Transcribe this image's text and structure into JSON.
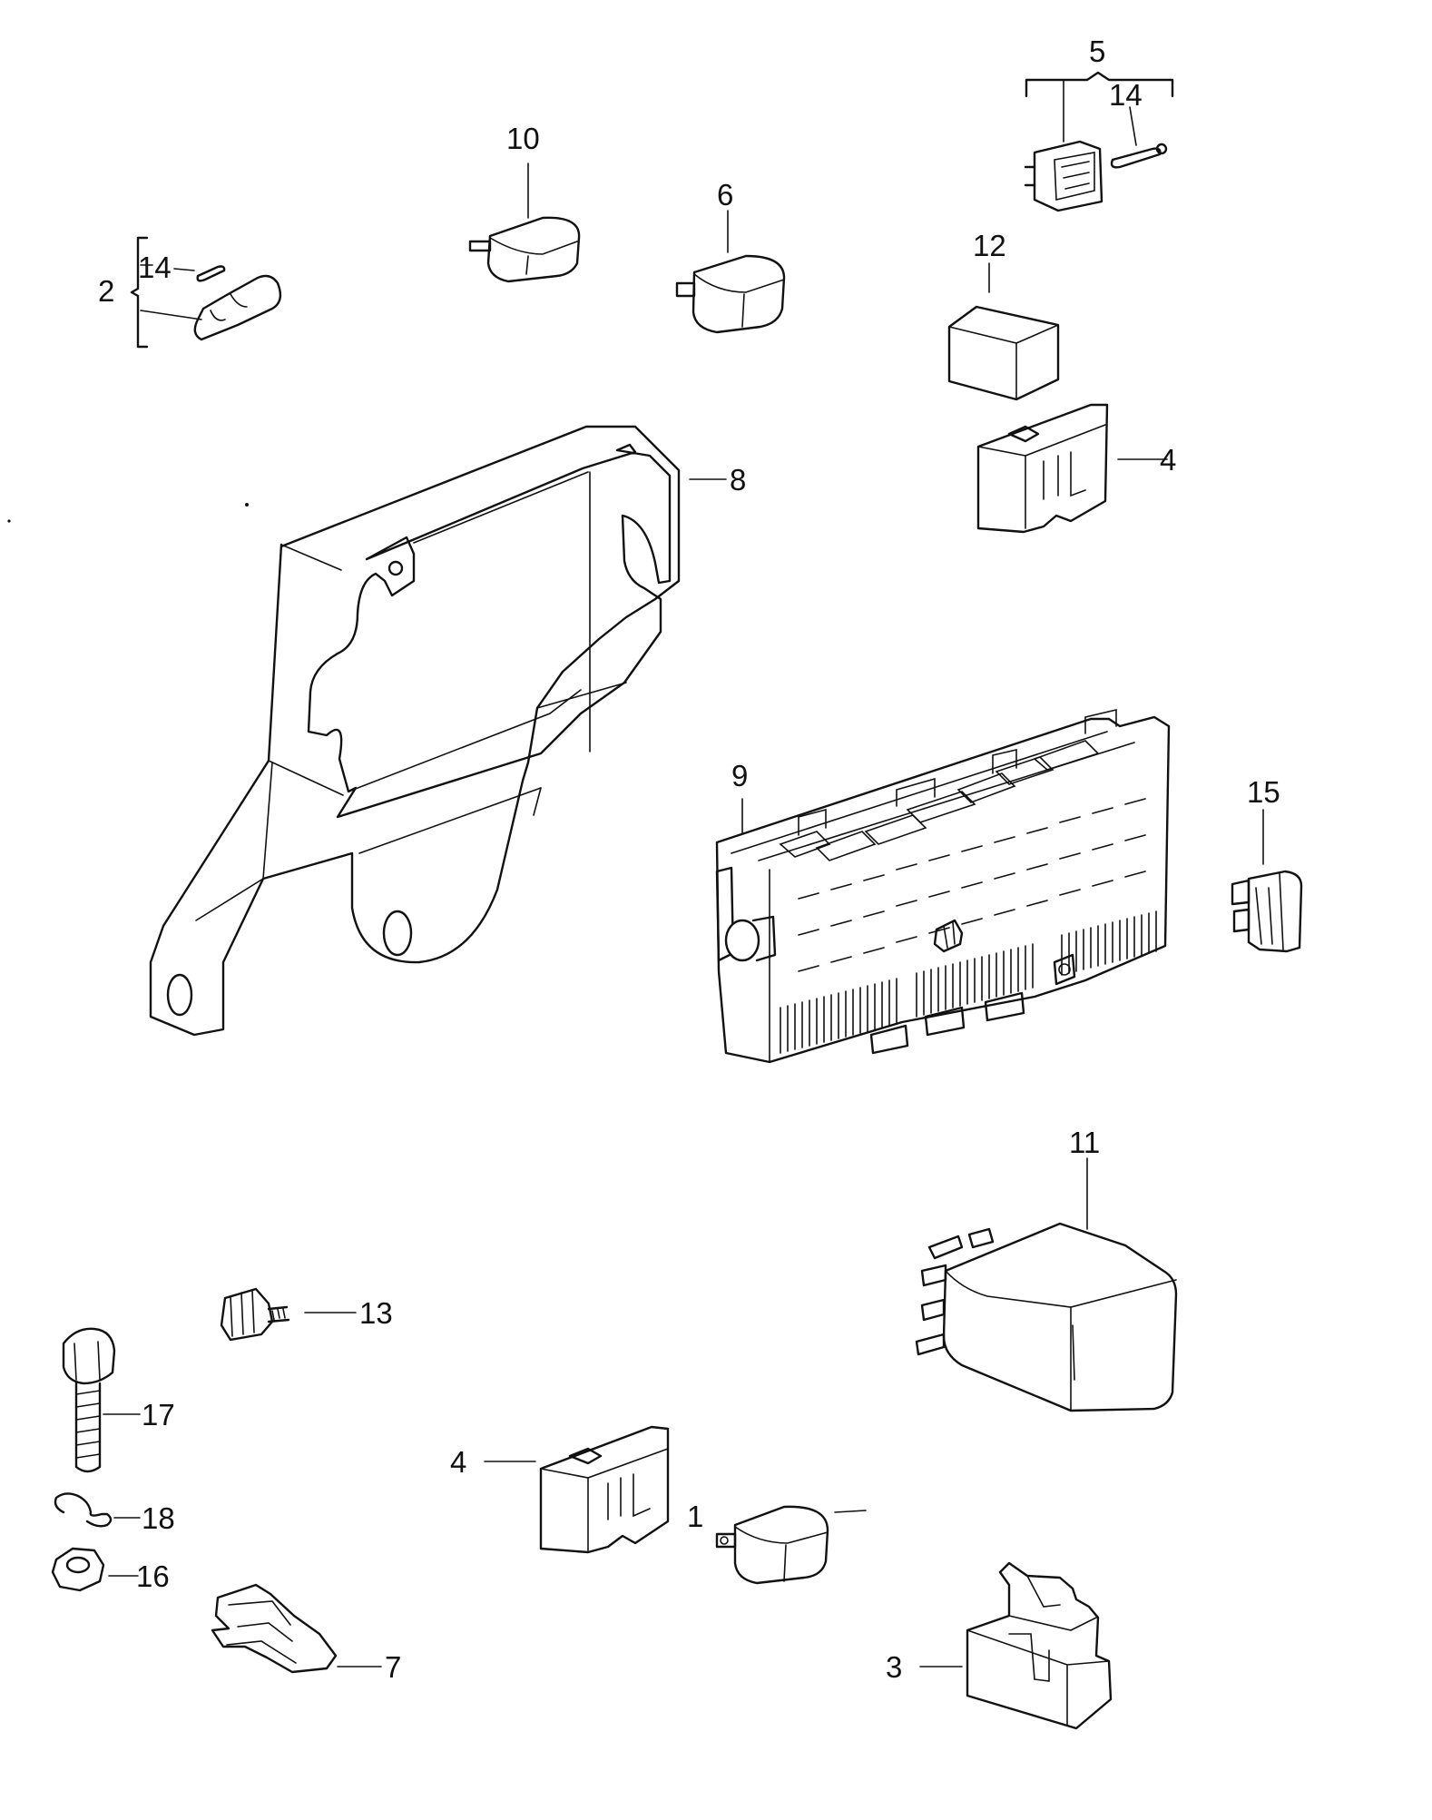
{
  "callouts": [
    {
      "id": "c1",
      "text": "1"
    },
    {
      "id": "c2",
      "text": "2"
    },
    {
      "id": "c3",
      "text": "3"
    },
    {
      "id": "c4a",
      "text": "4"
    },
    {
      "id": "c4b",
      "text": "4"
    },
    {
      "id": "c5",
      "text": "5"
    },
    {
      "id": "c6",
      "text": "6"
    },
    {
      "id": "c7",
      "text": "7"
    },
    {
      "id": "c8",
      "text": "8"
    },
    {
      "id": "c9",
      "text": "9"
    },
    {
      "id": "c10",
      "text": "10"
    },
    {
      "id": "c11",
      "text": "11"
    },
    {
      "id": "c12",
      "text": "12"
    },
    {
      "id": "c13",
      "text": "13"
    },
    {
      "id": "c14a",
      "text": "14"
    },
    {
      "id": "c14b",
      "text": "14"
    },
    {
      "id": "c15",
      "text": "15"
    },
    {
      "id": "c16",
      "text": "16"
    },
    {
      "id": "c17",
      "text": "17"
    },
    {
      "id": "c18",
      "text": "18"
    }
  ],
  "colors": {
    "line": "#111111",
    "background": "#ffffff"
  }
}
